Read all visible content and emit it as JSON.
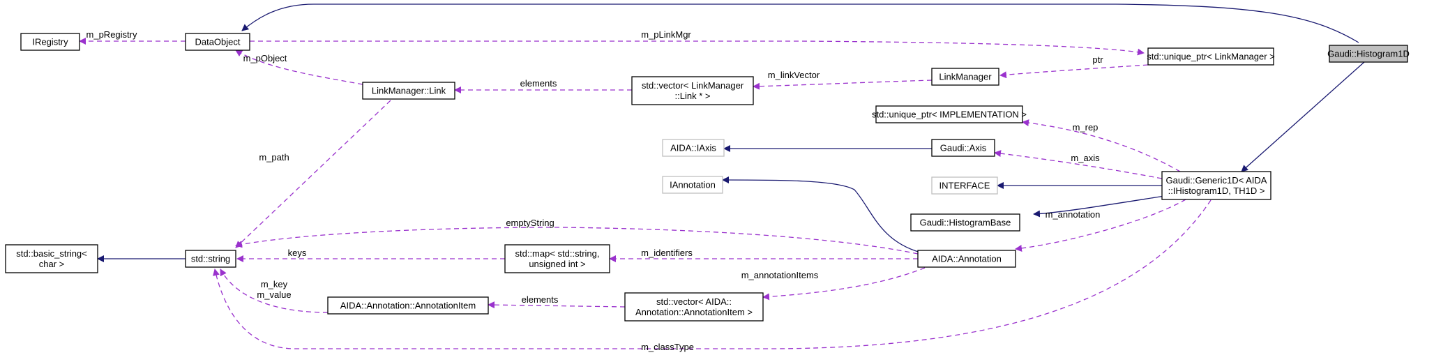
{
  "diagram": {
    "colors": {
      "inheritance_edge": "#191970",
      "usage_edge": "#9a32cd",
      "highlight_fill": "#bfbfbf",
      "external_border": "#bfbfbf"
    },
    "nodes": {
      "histogram1d": [
        "Gaudi::Histogram1D"
      ],
      "dataobject": [
        "DataObject"
      ],
      "iregistry": [
        "IRegistry"
      ],
      "uniqueptr_lm": [
        "std::unique_ptr< LinkManager >"
      ],
      "linkmanager": [
        "LinkManager"
      ],
      "lm_link": [
        "LinkManager::Link"
      ],
      "vector_link": [
        "std::vector< LinkManager",
        "::Link * >"
      ],
      "uniqueptr_impl": [
        "std::unique_ptr< IMPLEMENTATION >"
      ],
      "iaxis": [
        "AIDA::IAxis"
      ],
      "axis": [
        "Gaudi::Axis"
      ],
      "iannotation": [
        "IAnnotation"
      ],
      "interface": [
        "INTERFACE"
      ],
      "generic1d": [
        "Gaudi::Generic1D< AIDA",
        "::IHistogram1D, TH1D >"
      ],
      "histbase": [
        "Gaudi::HistogramBase"
      ],
      "basic_string": [
        "std::basic_string<",
        "char >"
      ],
      "stdstring": [
        "std::string"
      ],
      "map": [
        "std::map< std::string,",
        "unsigned int >"
      ],
      "annotation": [
        "AIDA::Annotation"
      ],
      "annotationitem": [
        "AIDA::Annotation::AnnotationItem"
      ],
      "vector_item": [
        "std::vector< AIDA::",
        "Annotation::AnnotationItem >"
      ]
    },
    "edges": {
      "m_pRegistry": [
        "m_pRegistry"
      ],
      "m_pLinkMgr": [
        "m_pLinkMgr"
      ],
      "m_pObject": [
        "m_pObject"
      ],
      "ptr": [
        "ptr"
      ],
      "m_linkVector": [
        "m_linkVector"
      ],
      "elements_link": [
        "elements"
      ],
      "m_path": [
        "m_path"
      ],
      "m_rep": [
        "m_rep"
      ],
      "m_axis": [
        "m_axis"
      ],
      "m_annotation": [
        "m_annotation"
      ],
      "emptyString": [
        "emptyString"
      ],
      "keys": [
        "keys"
      ],
      "m_identifiers": [
        "m_identifiers"
      ],
      "m_annotationItems": [
        "m_annotationItems"
      ],
      "elements_item": [
        "elements"
      ],
      "m_key_value": [
        "m_key",
        "m_value"
      ],
      "m_classType": [
        "m_classType"
      ]
    }
  }
}
